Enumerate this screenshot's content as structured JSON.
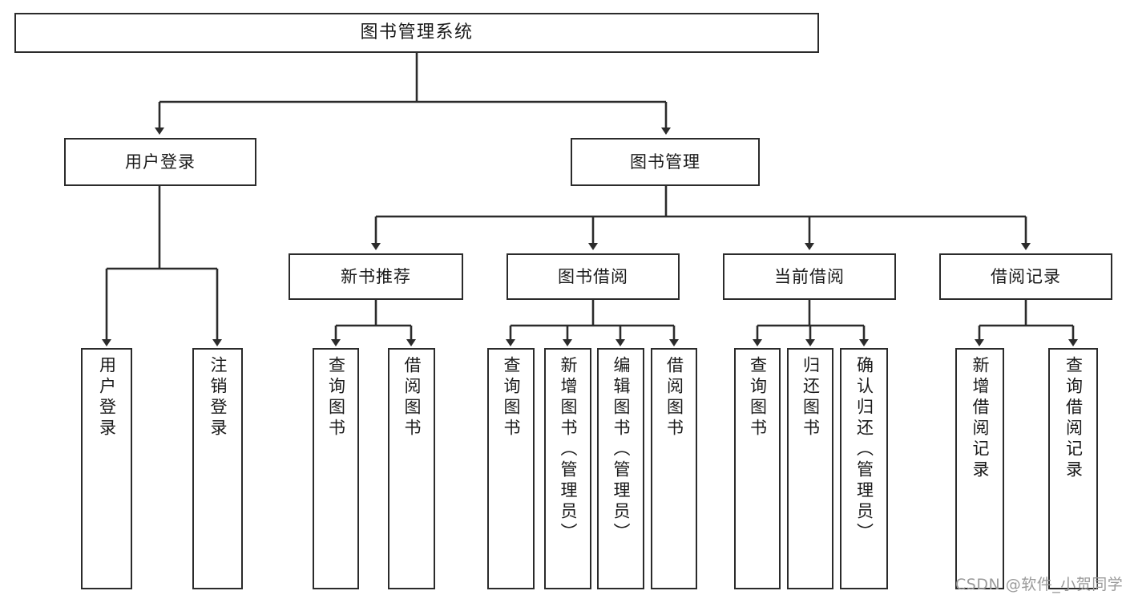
{
  "diagram": {
    "title": "图书管理系统",
    "type": "hierarchy-tree",
    "root": {
      "label": "图书管理系统"
    },
    "level2": [
      {
        "label": "用户登录"
      },
      {
        "label": "图书管理"
      }
    ],
    "level3": [
      {
        "label": "新书推荐"
      },
      {
        "label": "图书借阅"
      },
      {
        "label": "当前借阅"
      },
      {
        "label": "借阅记录"
      }
    ],
    "leaves": {
      "user_login": [
        {
          "label": "用户登录"
        },
        {
          "label": "注销登录"
        }
      ],
      "new_book_recommend": [
        {
          "label": "查询图书"
        },
        {
          "label": "借阅图书"
        }
      ],
      "book_borrow": [
        {
          "label": "查询图书"
        },
        {
          "label": "新增图书（管理员）"
        },
        {
          "label": "编辑图书（管理员）"
        },
        {
          "label": "借阅图书"
        }
      ],
      "current_borrow": [
        {
          "label": "查询图书"
        },
        {
          "label": "归还图书"
        },
        {
          "label": "确认归还（管理员）"
        }
      ],
      "borrow_record": [
        {
          "label": "新增借阅记录"
        },
        {
          "label": "查询借阅记录"
        }
      ]
    }
  },
  "watermark": {
    "text": "CSDN @软件_小贺同学"
  },
  "colors": {
    "border": "#2b2b2b",
    "background": "#ffffff",
    "text": "#1a1a1a",
    "watermark": "#9a9a9a"
  }
}
